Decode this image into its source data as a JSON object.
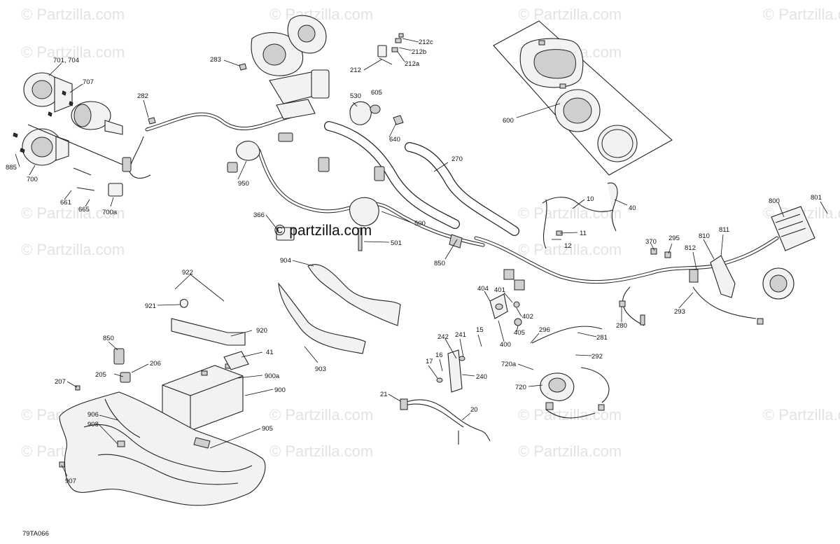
{
  "watermark": {
    "text": "© Partzilla.com",
    "center_text": "© partzilla.com"
  },
  "figure_code": "79TA066",
  "callouts": [
    {
      "id": "c-701-704",
      "text": "701, 704"
    },
    {
      "id": "c-707",
      "text": "707"
    },
    {
      "id": "c-885",
      "text": "885"
    },
    {
      "id": "c-700",
      "text": "700"
    },
    {
      "id": "c-661",
      "text": "661"
    },
    {
      "id": "c-665",
      "text": "665"
    },
    {
      "id": "c-700a",
      "text": "700a"
    },
    {
      "id": "c-282",
      "text": "282"
    },
    {
      "id": "c-283",
      "text": "283"
    },
    {
      "id": "c-212",
      "text": "212"
    },
    {
      "id": "c-212c",
      "text": "212c"
    },
    {
      "id": "c-212b",
      "text": "212b"
    },
    {
      "id": "c-212a",
      "text": "212a"
    },
    {
      "id": "c-530",
      "text": "530"
    },
    {
      "id": "c-605",
      "text": "605"
    },
    {
      "id": "c-640",
      "text": "640"
    },
    {
      "id": "c-600",
      "text": "600"
    },
    {
      "id": "c-950",
      "text": "950"
    },
    {
      "id": "c-270",
      "text": "270"
    },
    {
      "id": "c-366",
      "text": "366"
    },
    {
      "id": "c-500",
      "text": "500"
    },
    {
      "id": "c-501",
      "text": "501"
    },
    {
      "id": "c-10",
      "text": "10"
    },
    {
      "id": "c-40",
      "text": "40"
    },
    {
      "id": "c-11",
      "text": "11"
    },
    {
      "id": "c-12",
      "text": "12"
    },
    {
      "id": "c-800",
      "text": "800"
    },
    {
      "id": "c-801",
      "text": "801"
    },
    {
      "id": "c-850-mid",
      "text": "850"
    },
    {
      "id": "c-904",
      "text": "904"
    },
    {
      "id": "c-922",
      "text": "922"
    },
    {
      "id": "c-921",
      "text": "921"
    },
    {
      "id": "c-920",
      "text": "920"
    },
    {
      "id": "c-903",
      "text": "903"
    },
    {
      "id": "c-850-left",
      "text": "850"
    },
    {
      "id": "c-41",
      "text": "41"
    },
    {
      "id": "c-206",
      "text": "206"
    },
    {
      "id": "c-205",
      "text": "205"
    },
    {
      "id": "c-900a",
      "text": "900a"
    },
    {
      "id": "c-900",
      "text": "900"
    },
    {
      "id": "c-207",
      "text": "207"
    },
    {
      "id": "c-906",
      "text": "906"
    },
    {
      "id": "c-908",
      "text": "908"
    },
    {
      "id": "c-905",
      "text": "905"
    },
    {
      "id": "c-907",
      "text": "907"
    },
    {
      "id": "c-370",
      "text": "370"
    },
    {
      "id": "c-295",
      "text": "295"
    },
    {
      "id": "c-810",
      "text": "810"
    },
    {
      "id": "c-811",
      "text": "811"
    },
    {
      "id": "c-812",
      "text": "812"
    },
    {
      "id": "c-404",
      "text": "404"
    },
    {
      "id": "c-401",
      "text": "401"
    },
    {
      "id": "c-402",
      "text": "402"
    },
    {
      "id": "c-405",
      "text": "405"
    },
    {
      "id": "c-400",
      "text": "400"
    },
    {
      "id": "c-293",
      "text": "293"
    },
    {
      "id": "c-280",
      "text": "280"
    },
    {
      "id": "c-296",
      "text": "296"
    },
    {
      "id": "c-281",
      "text": "281"
    },
    {
      "id": "c-292",
      "text": "292"
    },
    {
      "id": "c-242",
      "text": "242"
    },
    {
      "id": "c-241",
      "text": "241"
    },
    {
      "id": "c-15",
      "text": "15"
    },
    {
      "id": "c-16",
      "text": "16"
    },
    {
      "id": "c-17",
      "text": "17"
    },
    {
      "id": "c-240",
      "text": "240"
    },
    {
      "id": "c-720a",
      "text": "720a"
    },
    {
      "id": "c-720",
      "text": "720"
    },
    {
      "id": "c-21",
      "text": "21"
    },
    {
      "id": "c-20",
      "text": "20"
    }
  ]
}
